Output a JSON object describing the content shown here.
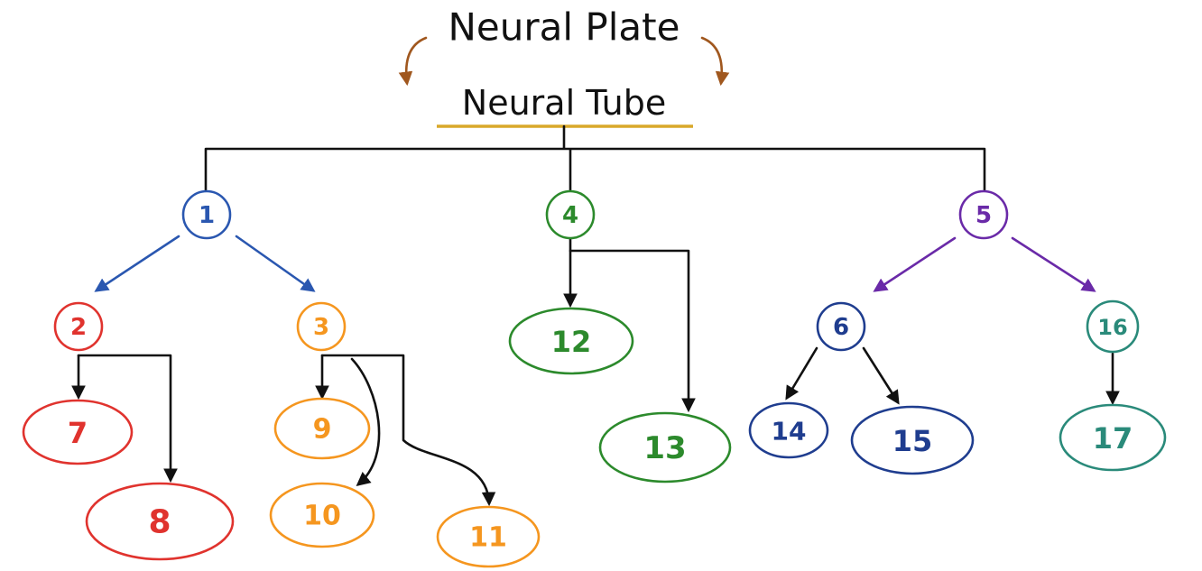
{
  "title": "Neural Plate",
  "subtitle": "Neural Tube",
  "colors": {
    "black": "#111111",
    "blue": "#2a57b0",
    "red": "#e0332e",
    "orange": "#f5961f",
    "green": "#2c8a2c",
    "purple": "#6a2aa8",
    "navy": "#1f3d8f",
    "teal": "#2a8a7a",
    "underline": "#d9a82a",
    "curl": "#a0571e"
  },
  "nodes": [
    {
      "id": "n1",
      "label": "1",
      "color": "blue"
    },
    {
      "id": "n2",
      "label": "2",
      "color": "red"
    },
    {
      "id": "n3",
      "label": "3",
      "color": "orange"
    },
    {
      "id": "n4",
      "label": "4",
      "color": "green"
    },
    {
      "id": "n5",
      "label": "5",
      "color": "purple"
    },
    {
      "id": "n6",
      "label": "6",
      "color": "navy"
    },
    {
      "id": "n7",
      "label": "7",
      "color": "red"
    },
    {
      "id": "n8",
      "label": "8",
      "color": "red"
    },
    {
      "id": "n9",
      "label": "9",
      "color": "orange"
    },
    {
      "id": "n10",
      "label": "10",
      "color": "orange"
    },
    {
      "id": "n11",
      "label": "11",
      "color": "orange"
    },
    {
      "id": "n12",
      "label": "12",
      "color": "green"
    },
    {
      "id": "n13",
      "label": "13",
      "color": "green"
    },
    {
      "id": "n14",
      "label": "14",
      "color": "navy"
    },
    {
      "id": "n15",
      "label": "15",
      "color": "navy"
    },
    {
      "id": "n16",
      "label": "16",
      "color": "teal"
    },
    {
      "id": "n17",
      "label": "17",
      "color": "teal"
    }
  ],
  "edges": [
    {
      "from": "n1",
      "to": "n2",
      "color": "blue"
    },
    {
      "from": "n1",
      "to": "n3",
      "color": "blue"
    },
    {
      "from": "n2",
      "to": "n7",
      "color": "black"
    },
    {
      "from": "n2",
      "to": "n8",
      "color": "black"
    },
    {
      "from": "n3",
      "to": "n9",
      "color": "black"
    },
    {
      "from": "n3",
      "to": "n10",
      "color": "black"
    },
    {
      "from": "n3",
      "to": "n11",
      "color": "black"
    },
    {
      "from": "n4",
      "to": "n12",
      "color": "black"
    },
    {
      "from": "n4",
      "to": "n13",
      "color": "black"
    },
    {
      "from": "n5",
      "to": "n6",
      "color": "purple"
    },
    {
      "from": "n5",
      "to": "n16",
      "color": "purple"
    },
    {
      "from": "n6",
      "to": "n14",
      "color": "black"
    },
    {
      "from": "n6",
      "to": "n15",
      "color": "black"
    },
    {
      "from": "n16",
      "to": "n17",
      "color": "black"
    }
  ]
}
